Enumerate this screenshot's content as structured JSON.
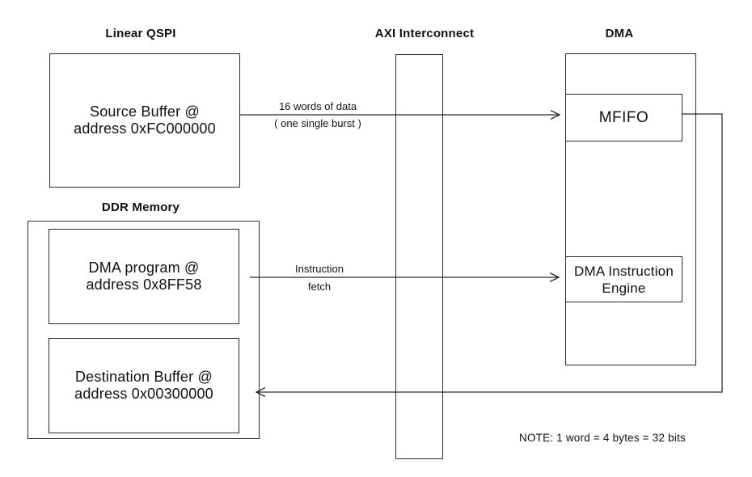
{
  "diagram": {
    "labels": {
      "linear_qspi": "Linear QSPI",
      "axi_interconnect": "AXI Interconnect",
      "dma": "DMA",
      "ddr_memory": "DDR Memory"
    },
    "boxes": {
      "source_buffer": {
        "line1": "Source Buffer @",
        "line2": "address 0xFC000000"
      },
      "dma_program": {
        "line1": "DMA program @",
        "line2": "address 0x8FF58"
      },
      "destination_buffer": {
        "line1": "Destination Buffer @",
        "line2": "address 0x00300000"
      },
      "mfifo": {
        "label": "MFIFO"
      },
      "dma_instruction_engine": {
        "line1": "DMA Instruction",
        "line2": "Engine"
      }
    },
    "arrows": {
      "data_transfer": {
        "line1": "16 words of data",
        "line2": "( one single burst )"
      },
      "instruction_fetch": {
        "line1": "Instruction",
        "line2": "fetch"
      }
    },
    "note": "NOTE: 1 word = 4 bytes = 32 bits",
    "colors": {
      "line": "#2b2b2b",
      "text": "#111111",
      "background": "#ffffff"
    }
  }
}
